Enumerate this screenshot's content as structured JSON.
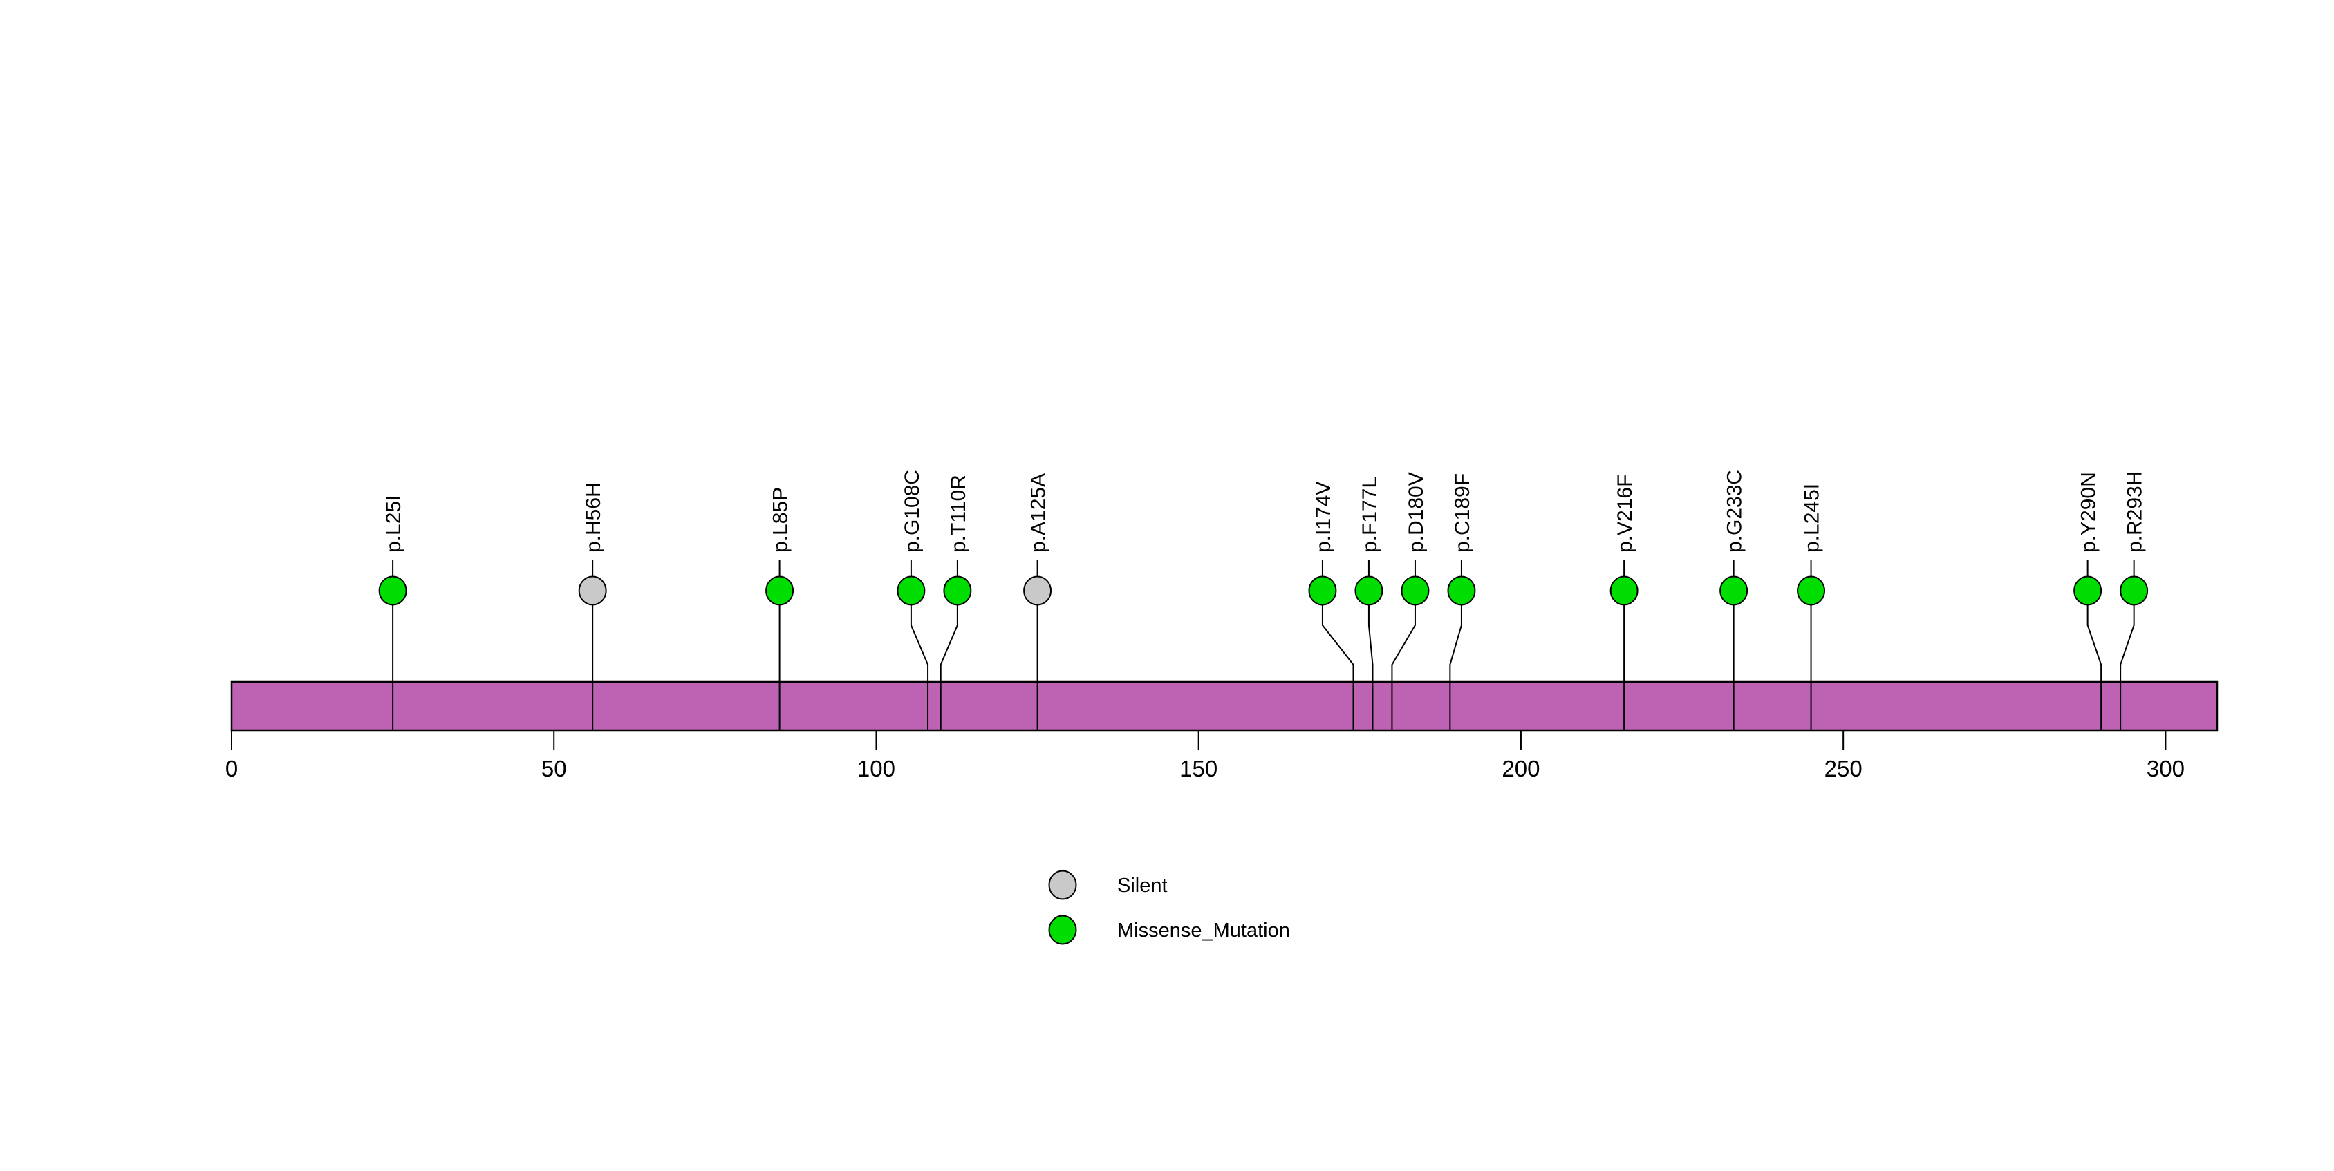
{
  "figure": {
    "background_color": "#ffffff"
  },
  "chart_data": {
    "type": "lollipop",
    "title": "",
    "xlabel": "",
    "ylabel": "",
    "grid": false,
    "xlim": [
      0,
      308
    ],
    "x_ticks": [
      0,
      50,
      100,
      150,
      200,
      250,
      300
    ],
    "protein_bar": {
      "start_aa": 0,
      "end_aa": 308,
      "fill_color": "#BE62B4",
      "border_color": "#000000"
    },
    "mutation_classes": [
      {
        "name": "Silent",
        "color": "#C9C9C9"
      },
      {
        "name": "Missense_Mutation",
        "color": "#00DD00"
      }
    ],
    "mutations": [
      {
        "label": "p.L25I",
        "position": 25,
        "class": "Missense_Mutation"
      },
      {
        "label": "p.H56H",
        "position": 56,
        "class": "Silent"
      },
      {
        "label": "p.L85P",
        "position": 85,
        "class": "Missense_Mutation"
      },
      {
        "label": "p.G108C",
        "position": 108,
        "class": "Missense_Mutation"
      },
      {
        "label": "p.T110R",
        "position": 110,
        "class": "Missense_Mutation"
      },
      {
        "label": "p.A125A",
        "position": 125,
        "class": "Silent"
      },
      {
        "label": "p.I174V",
        "position": 174,
        "class": "Missense_Mutation"
      },
      {
        "label": "p.F177L",
        "position": 177,
        "class": "Missense_Mutation"
      },
      {
        "label": "p.D180V",
        "position": 180,
        "class": "Missense_Mutation"
      },
      {
        "label": "p.C189F",
        "position": 189,
        "class": "Missense_Mutation"
      },
      {
        "label": "p.V216F",
        "position": 216,
        "class": "Missense_Mutation"
      },
      {
        "label": "p.G233C",
        "position": 233,
        "class": "Missense_Mutation"
      },
      {
        "label": "p.L245I",
        "position": 245,
        "class": "Missense_Mutation"
      },
      {
        "label": "p.Y290N",
        "position": 290,
        "class": "Missense_Mutation"
      },
      {
        "label": "p.R293H",
        "position": 293,
        "class": "Missense_Mutation"
      }
    ],
    "legend": {
      "position": "bottom-center",
      "items": [
        {
          "label": "Silent",
          "color": "#C9C9C9"
        },
        {
          "label": "Missense_Mutation",
          "color": "#00DD00"
        }
      ]
    },
    "stem_color": "#000000",
    "text_color": "#000000"
  }
}
